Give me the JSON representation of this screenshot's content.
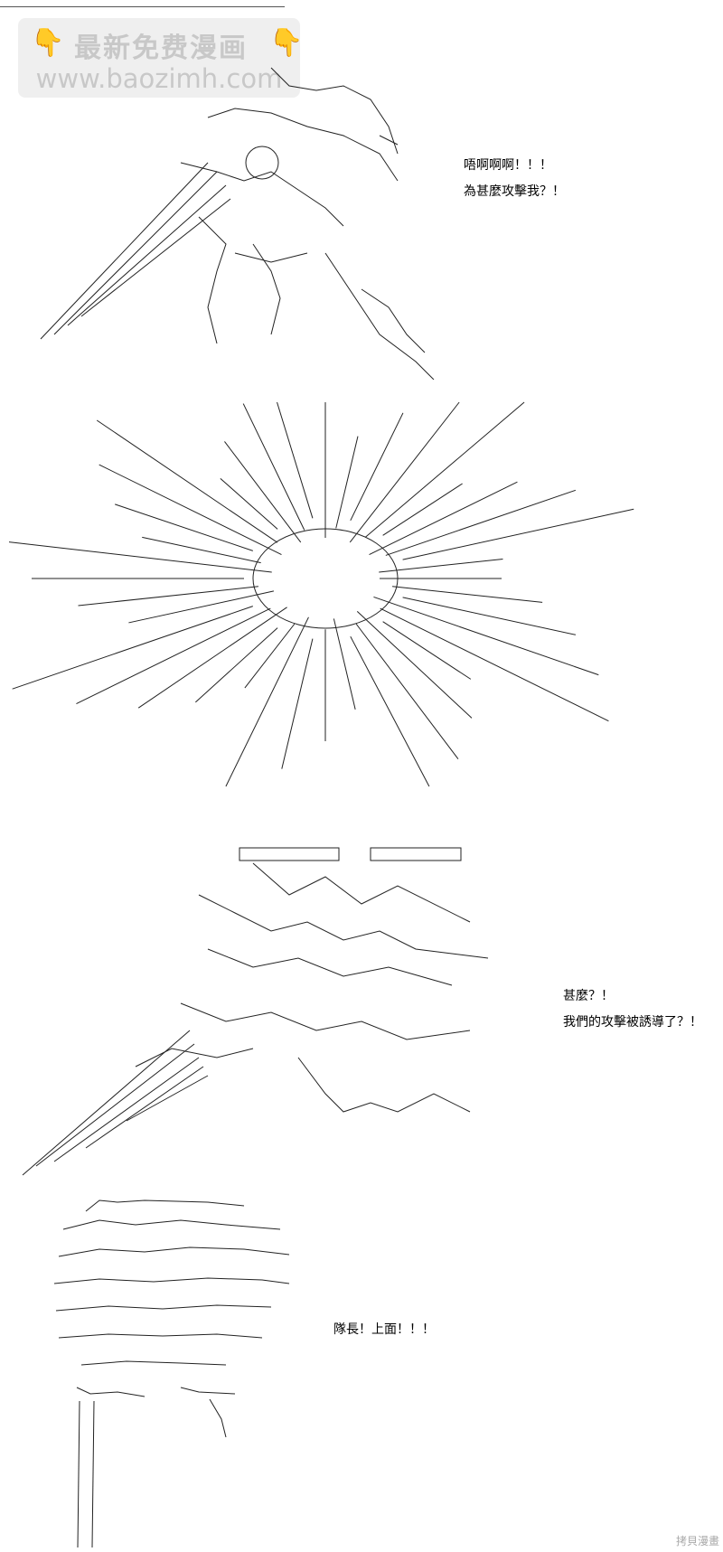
{
  "watermark": {
    "line1": "最新免费漫画",
    "line2": "www.baozimh.com"
  },
  "panels": [
    {
      "id": "panel-1",
      "speech": [
        "唔啊啊啊！！！",
        "為甚麼攻擊我？！"
      ]
    },
    {
      "id": "panel-2",
      "speech": []
    },
    {
      "id": "panel-3",
      "speech": [
        "甚麼？！",
        "我們的攻擊被誘導了？！"
      ]
    },
    {
      "id": "panel-4",
      "speech": [
        "隊長！上面！！！"
      ]
    }
  ],
  "credit": "拷貝漫畫",
  "colors": {
    "art": "#222222",
    "watermark": "#c8c8c8",
    "emoji": "#f2b21a"
  }
}
